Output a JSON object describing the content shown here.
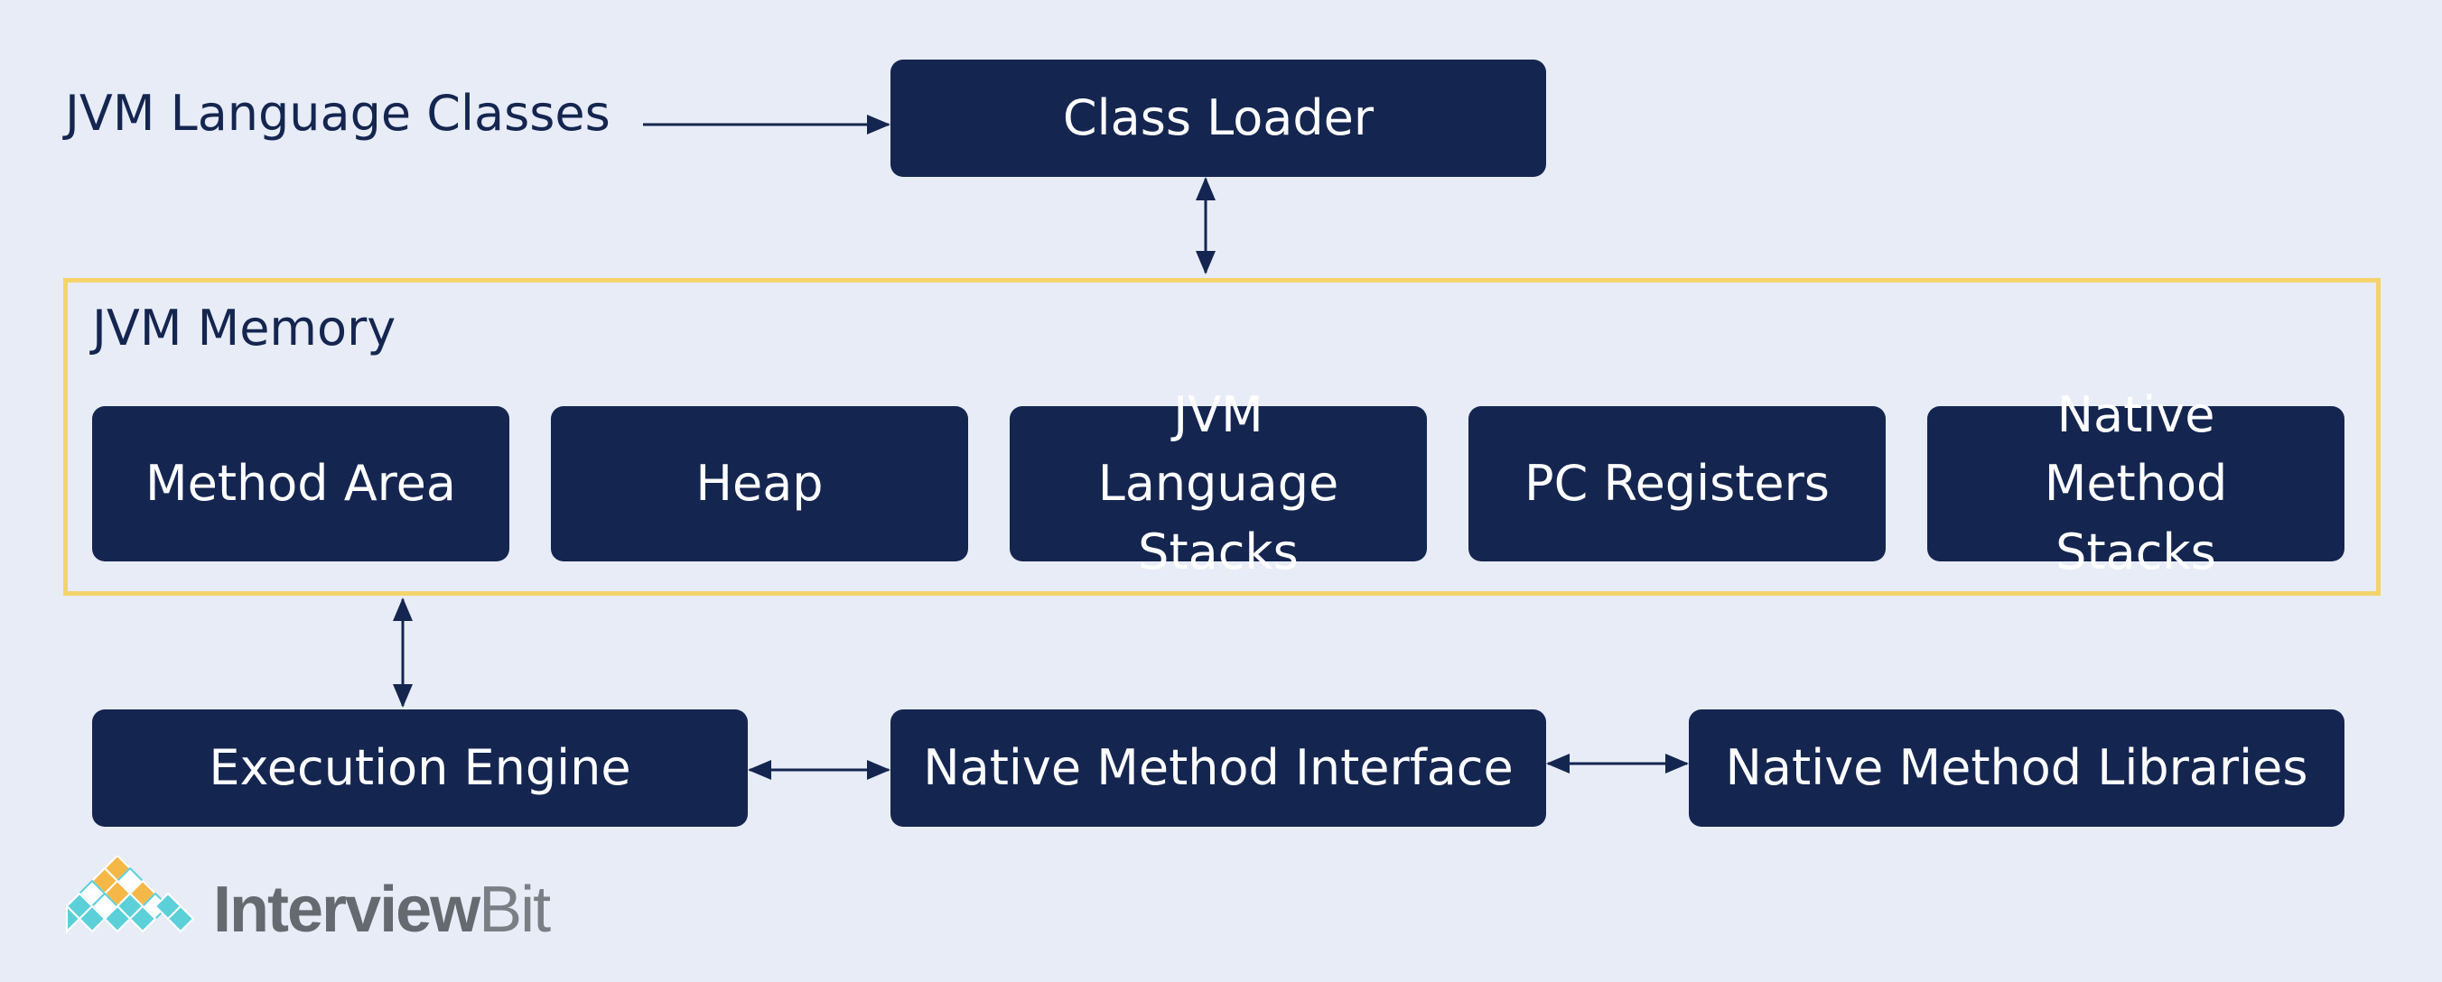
{
  "diagram": {
    "input_label": "JVM Language Classes",
    "class_loader": "Class Loader",
    "memory": {
      "title": "JVM Memory",
      "areas": [
        "Method Area",
        "Heap",
        "JVM Language Stacks",
        "PC Registers",
        "Native Method Stacks"
      ]
    },
    "execution_engine": "Execution Engine",
    "native_interface": "Native Method Interface",
    "native_libraries": "Native Method Libraries"
  },
  "brand": {
    "name_part1": "Interview",
    "name_part2": "Bit",
    "logo_colors": [
      "#F5B848",
      "#5CD0D8",
      "#FFFFFF"
    ]
  },
  "colors": {
    "background": "#E8ECF7",
    "box_fill": "#142650",
    "box_text": "#FFFFFF",
    "memory_border": "#F4D46A",
    "arrow": "#142650"
  }
}
